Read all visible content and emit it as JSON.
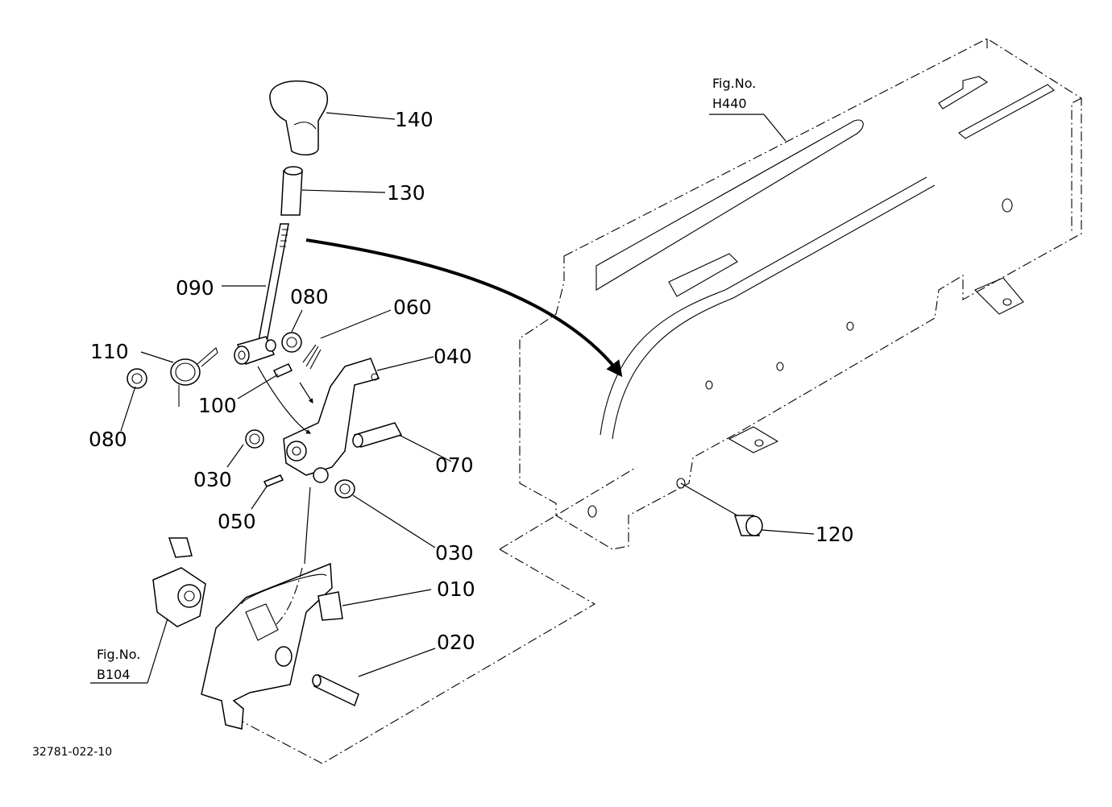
{
  "document_id": "32781-022-10",
  "callouts": {
    "p140": "140",
    "p130": "130",
    "p090": "090",
    "p080a": "080",
    "p060": "060",
    "p110": "110",
    "p040": "040",
    "p080b": "080",
    "p100": "100",
    "p030a": "030",
    "p070": "070",
    "p050": "050",
    "p030b": "030",
    "p120": "120",
    "p010": "010",
    "p020": "020"
  },
  "figure_refs": {
    "h440": {
      "label": "Fig.No.",
      "number": "H440"
    },
    "b104": {
      "label": "Fig.No.",
      "number": "B104"
    }
  }
}
